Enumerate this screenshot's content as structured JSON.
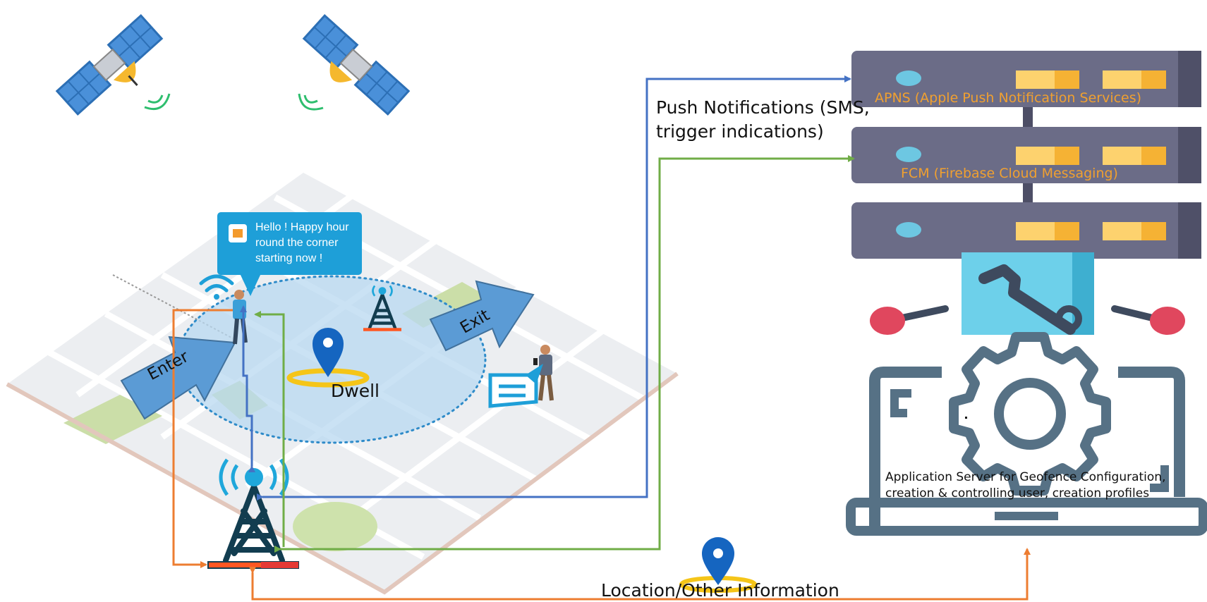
{
  "push_notifications_label": "Push Notifications (SMS,\ntrigger indications)",
  "apns_label": "APNS (Apple Push Notification Services)",
  "fcm_label": "FCM (Firebase Cloud Messaging)",
  "app_server_label": "Application Server for Geofence Configuration,\ncreation & controlling user, creation profiles",
  "location_label": "Location/Other Information",
  "dwell_label": "Dwell",
  "enter_label": "Enter",
  "exit_label": "Exit",
  "bubble_message": "Hello ! Happy hour\nround the corner\nstarting now !",
  "icons": [
    "satellite-icon",
    "satellite-icon",
    "server-icon",
    "wrench-icon",
    "gear-icon",
    "laptop-icon",
    "cell-tower-icon",
    "map-pin-icon",
    "wifi-icon",
    "person-icon",
    "message-icon",
    "gift-icon"
  ],
  "colors": {
    "blue_arrow": "#4472C4",
    "green_arrow": "#70AD47",
    "orange_arrow": "#ED7D31",
    "server_body": "#6B6C87",
    "server_light": "#FDD26E",
    "label_orange": "#F0A030",
    "pin_blue": "#1565C0",
    "tower_dark": "#123D50",
    "bubble_blue": "#1E9FD8"
  }
}
